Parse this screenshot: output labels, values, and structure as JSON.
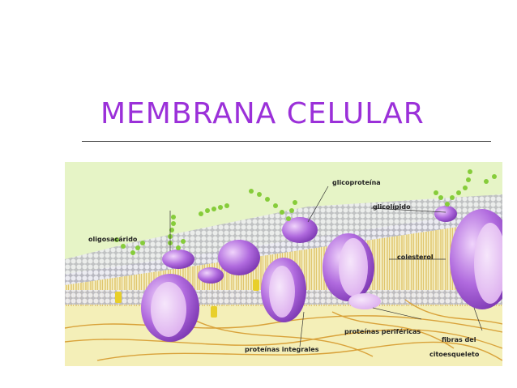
{
  "slide": {
    "title": "MEMBRANA CELULAR",
    "title_color": "#9b30d9"
  },
  "diagram": {
    "labels": {
      "glicoproteina": "glicoproteína",
      "glicolipido": "glicolípido",
      "oligosacarido": "oligosacárido",
      "colesterol": "colesterol",
      "proteinas_perifericas": "proteínas periféricas",
      "proteinas_integrales": "proteínas integrales",
      "fibras_line1": "fibras del",
      "fibras_line2": "citoesqueleto"
    },
    "colors": {
      "background": "#e8f5c8",
      "lipid_head": "#e6e6ec",
      "lipid_tail": "#e0c24a",
      "protein": "#9c4fcf",
      "protein_light": "#e2b8f2",
      "sugar_chain": "#86cc3a",
      "cytoskeleton": "#dba43a",
      "cholesterol": "#e8cf2a"
    }
  }
}
